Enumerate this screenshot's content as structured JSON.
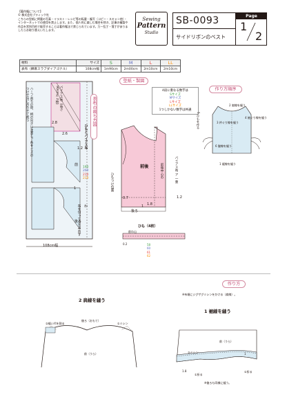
{
  "notice": {
    "title": "【著作権について】",
    "copyright": "© 株式会社ブティック社",
    "body": "こちらの型紙に掲載の写真・イラスト・レシピ等の転載・複写（コピー・スキャン他）・インターネットでの使用を禁止します。また、個人的に楽しむ場合を除き、記事の複製や作品を営利目的で販売することは著作権法で禁じられています。万一乱丁・落丁がありましたらお取り替えいたします。"
  },
  "logo": {
    "line1": "Sewing",
    "line2": "Pattern",
    "line3": "Studio"
  },
  "header": {
    "code": "SB-0093",
    "title": "サイドリボンのベスト",
    "page_tag": "Page",
    "page_num": "1",
    "page_total": "2"
  },
  "materials": {
    "head_label": "材料",
    "size_label": "サイズ",
    "sizes": [
      "S",
      "M",
      "L",
      "LL"
    ],
    "size_colors": [
      "#43a047",
      "#5c6bc0",
      "#e53935",
      "#fb8c00"
    ],
    "row_label": "表布（綿麻スラブダイアゴナル）",
    "row_width": "108cm幅",
    "row_values": [
      "1m90cm",
      "2m00cm",
      "2m10cm",
      "2m10cm"
    ]
  },
  "layout_section": {
    "title": "表布の裁ち方図",
    "fold_note": "布を切ってたたみ直す",
    "side_note": "ハーフ裁ちの際、柄の向きに注意し、各サイズのつけ寸法に合わせて裁つ",
    "bias_note": "ひもとバイアス布",
    "bias_label": "バイアス布（長さ90cm×2枚）",
    "length_labels": [
      "190",
      "200",
      "210",
      "210"
    ],
    "width_label": "108cm幅",
    "labels": {
      "front": "前",
      "back": "後ろ",
      "wa": "わ",
      "n1": "1",
      "n12": "1.2",
      "n26": "2.6",
      "n28": "2.8"
    }
  },
  "pattern": {
    "title": "型紙・製図",
    "legend": [
      "4段に重なる数字は",
      "Sサイズ",
      "Mサイズ",
      "Lサイズ",
      "LLサイズ",
      "1つしかない数字は共通"
    ],
    "legend_colors": [
      "#231815",
      "#43a047",
      "#5c6bc0",
      "#e53935",
      "#fb8c00",
      "#231815"
    ],
    "front_label": "前後",
    "center_label": "前後中心わ",
    "himo_label": "ひもつけ位置",
    "back_label": "後ろ",
    "bias_label": "バイアス布 ア 一重",
    "vals": {
      "v07": "0.7",
      "v1": "1",
      "v18": "1.8",
      "v12": "1.2"
    },
    "strip": {
      "title": "ひも（4枚）",
      "fold": "前わ山",
      "w": "0.2",
      "lengths": [
        "58",
        "60",
        "61",
        "62"
      ]
    }
  },
  "order": {
    "title": "作り方順序",
    "steps": [
      "2 肩線を縫う",
      "5 ひもを作る",
      "3 衿ぐり線を縫う",
      "4 袖ぐり線を縫う",
      "6 脇線を縫う",
      "1 裾線を縫う"
    ]
  },
  "method": {
    "title": "作り方",
    "note": "※布端にジグザグミシンをかける（肩線）。"
  },
  "step2": {
    "title": "2 肩線を縫う",
    "label_a": "②縫い代を割る",
    "label_b": "後ろ（おもて）",
    "label_c": "①ミシン",
    "label_d": "前（うら）"
  },
  "step1": {
    "title": "1 裾線を縫う",
    "label_a": "前（うら）",
    "label_b": "②ミシン",
    "label_c": "1.8",
    "label_d": "①折る",
    "label_e": "1",
    "label_f": "①折る",
    "note": "※後ろも同様に縫う。"
  }
}
